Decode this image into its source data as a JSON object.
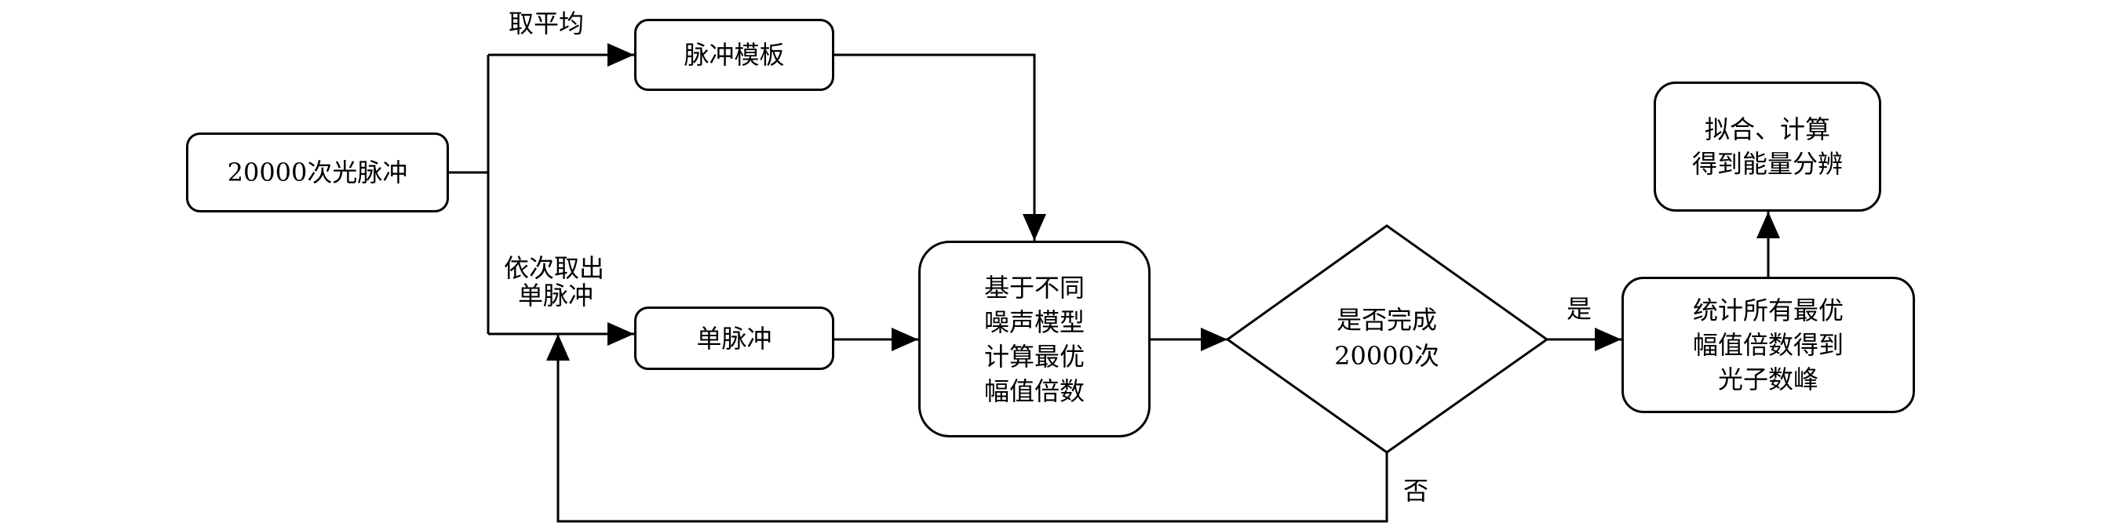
{
  "nodes": {
    "input": {
      "lines": [
        "20000次光脉冲"
      ]
    },
    "template": {
      "lines": [
        "脉冲模板"
      ]
    },
    "single": {
      "lines": [
        "单脉冲"
      ]
    },
    "compute": {
      "lines": [
        "基于不同",
        "噪声模型",
        "计算最优",
        "幅值倍数"
      ]
    },
    "decision": {
      "lines": [
        "是否完成",
        "20000次"
      ]
    },
    "stats": {
      "lines": [
        "统计所有最优",
        "幅值倍数得到",
        "光子数峰"
      ]
    },
    "result": {
      "lines": [
        "拟合、计算",
        "得到能量分辨"
      ]
    }
  },
  "edge_labels": {
    "average": "取平均",
    "extract_line1": "依次取出",
    "extract_line2": "单脉冲",
    "yes": "是",
    "no": "否"
  }
}
